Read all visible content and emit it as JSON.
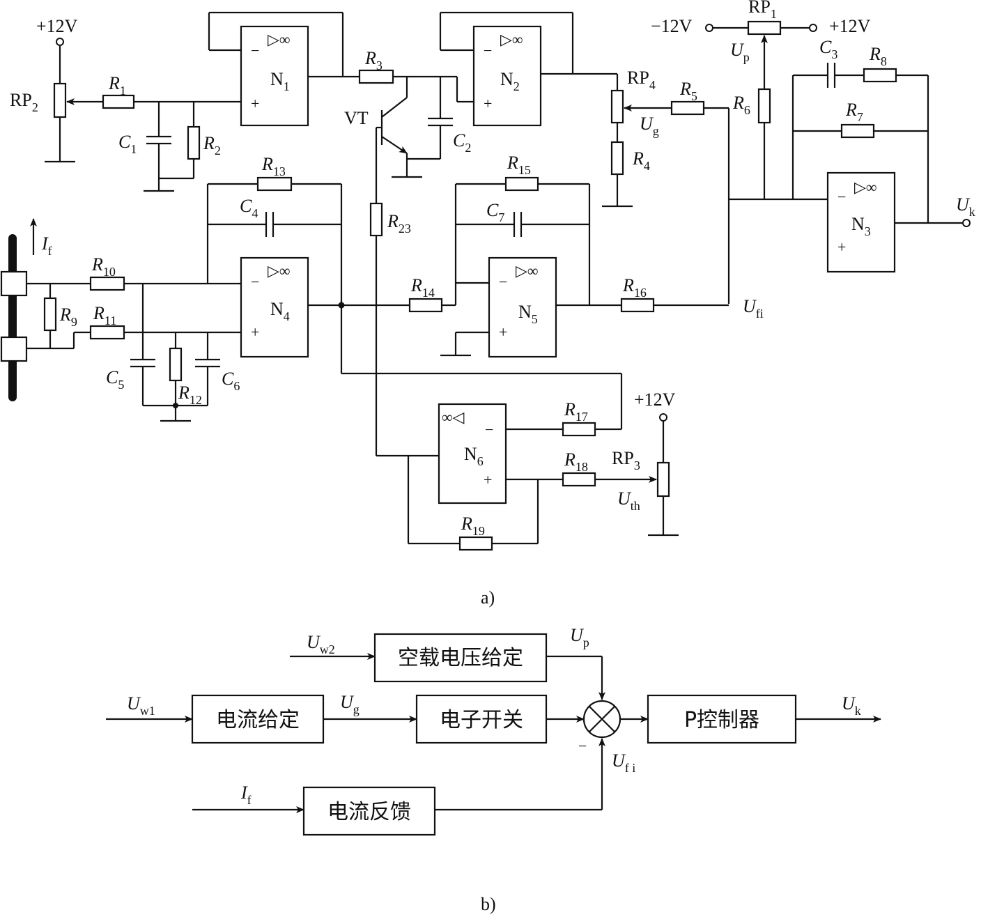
{
  "circuit": {
    "caption": "a)",
    "supply_plus": "+12V",
    "supply_minus": "−12V",
    "pot_rp1": "RP",
    "pot_rp2": "RP",
    "pot_rp3": "RP",
    "pot_rp4": "RP",
    "transistor": "VT",
    "opamp_symbol": "▷∞",
    "opamp_symbol_rev": "∞◁",
    "minus": "−",
    "plus": "+",
    "opamps": {
      "n1": "N",
      "n2": "N",
      "n3": "N",
      "n4": "N",
      "n5": "N",
      "n6": "N"
    },
    "resistor_letter": "R",
    "capacitor_letter": "C",
    "current_letter": "I",
    "voltage_letter": "U",
    "subscripts": {
      "1": "1",
      "2": "2",
      "3": "3",
      "4": "4",
      "5": "5",
      "6": "6",
      "7": "7",
      "8": "8",
      "9": "9",
      "10": "10",
      "11": "11",
      "12": "12",
      "13": "13",
      "14": "14",
      "15": "15",
      "16": "16",
      "17": "17",
      "18": "18",
      "19": "19",
      "23": "23",
      "p": "p",
      "g": "g",
      "k": "k",
      "fi": "fi",
      "th": "th",
      "f": "f"
    }
  },
  "block_diagram": {
    "caption": "b)",
    "blocks": {
      "no_load": "空载电压给定",
      "current_set": "电流给定",
      "switch": "电子开关",
      "controller": "P控制器",
      "feedback": "电流反馈"
    },
    "signals": {
      "uw2_sub": "w2",
      "uw1_sub": "w1",
      "up_sub": "p",
      "ug_sub": "g",
      "uk_sub": "k",
      "ufi_sub": "f i",
      "if_sub": "f"
    },
    "minus": "−"
  }
}
